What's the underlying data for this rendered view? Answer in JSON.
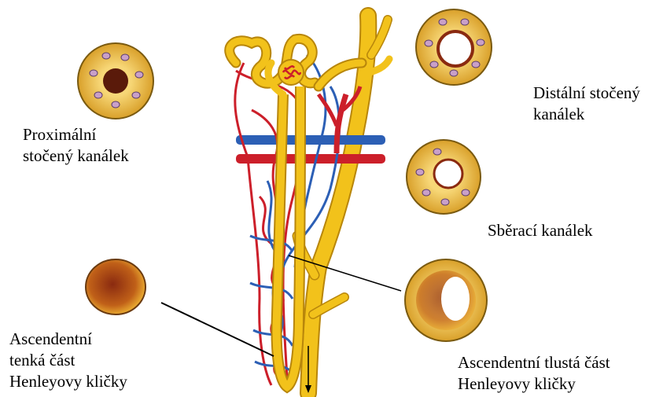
{
  "labels": {
    "proximal": [
      "Proximální",
      "stočený kanálek"
    ],
    "distal": [
      "Distální stočený",
      "kanálek"
    ],
    "collecting": [
      "Sběrací kanálek"
    ],
    "thin_ascending": [
      "Ascendentní",
      "tenká část",
      "Henleyovy kličky"
    ],
    "thick_ascending": [
      "Ascendentní tlustá část",
      "Henleyovy kličky"
    ]
  },
  "colors": {
    "tubule": "#f2c21b",
    "tubule_dark": "#b8860b",
    "artery": "#cc1f2a",
    "vein": "#2c5fb5",
    "cell_fill": "#f0c860",
    "nucleus": "#c9a0c8",
    "pointer_line": "#000000"
  },
  "icons": [
    "proximal-tubule-cross-section",
    "distal-tubule-cross-section",
    "collecting-duct-cross-section",
    "thin-limb-cross-section",
    "thick-limb-cross-section",
    "nephron-drawing"
  ]
}
